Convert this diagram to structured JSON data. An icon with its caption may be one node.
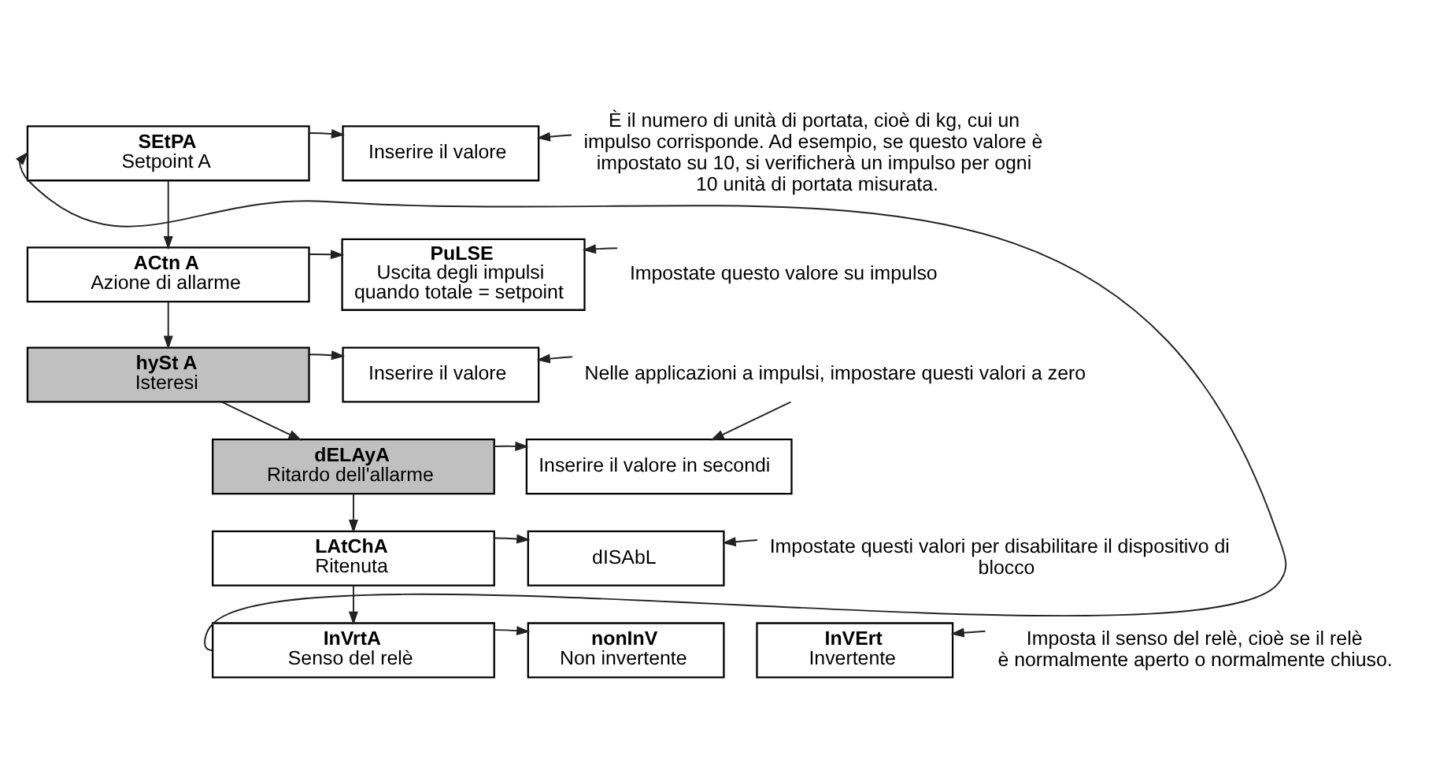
{
  "diagram": {
    "nodes": [
      {
        "text": [
          "SEtPA",
          "Setpoint A"
        ]
      },
      {
        "text": [
          "Inserire il valore"
        ]
      },
      {
        "text": [
          "È il numero di unità di portata, cioè di kg, cui un impulso corrisponde. Ad esempio, se questo valore è impostato su 10, si verificherà un impulso per ogni 10 unità di portata misurata."
        ]
      },
      {
        "text": [
          "ACtn A",
          "Azione di allarme"
        ]
      },
      {
        "text": [
          "PuLSE",
          "Uscita degli impulsi quando totale = setpoint"
        ]
      },
      {
        "text": [
          "Impostate questo valore su impulso"
        ]
      },
      {
        "text": [
          "hySt A",
          "Isteresi"
        ]
      },
      {
        "text": [
          "Inserire il valore"
        ]
      },
      {
        "text": [
          "Nelle applicazioni a impulsi, impostare questi valori a zero"
        ]
      },
      {
        "text": [
          "dELAyA",
          "Ritardo dell'allarme"
        ]
      },
      {
        "text": [
          "Inserire il valore in secondi"
        ]
      },
      {
        "text": [
          "LAtChA",
          "Ritenuta"
        ]
      },
      {
        "text": [
          "dISAbL"
        ]
      },
      {
        "text": [
          "Impostate questi valori per disabilitare il dispositivo di blocco"
        ]
      },
      {
        "text": [
          "InVrtA",
          "Senso del relè"
        ]
      },
      {
        "text": [
          "nonInV",
          "Non invertente"
        ]
      },
      {
        "text": [
          "InVErt",
          "Invertente"
        ]
      },
      {
        "text": [
          "Imposta il senso del relè, cioè se il relè è normalmente aperto o normalmente chiuso."
        ]
      }
    ],
    "edges": [
      {
        "from": 0,
        "to": 1,
        "arrow": "to"
      },
      {
        "from": 2,
        "to": 1,
        "arrow": "to"
      },
      {
        "from": 0,
        "to": 3,
        "arrow": "to"
      },
      {
        "from": 3,
        "to": 4,
        "arrow": "to"
      },
      {
        "from": 5,
        "to": 4,
        "arrow": "to"
      },
      {
        "from": 3,
        "to": 6,
        "arrow": "to"
      },
      {
        "from": 6,
        "to": 7,
        "arrow": "to"
      },
      {
        "from": 8,
        "to": 7,
        "arrow": "to"
      },
      {
        "from": 8,
        "to": 10,
        "arrow": "to"
      },
      {
        "from": 6,
        "to": 9,
        "arrow": "to"
      },
      {
        "from": 9,
        "to": 10,
        "arrow": "to"
      },
      {
        "from": 9,
        "to": 11,
        "arrow": "to"
      },
      {
        "from": 11,
        "to": 12,
        "arrow": "to"
      },
      {
        "from": 13,
        "to": 12,
        "arrow": "to"
      },
      {
        "from": 11,
        "to": 14,
        "arrow": "to"
      },
      {
        "from": 14,
        "to": 15,
        "arrow": "to"
      },
      {
        "from": 17,
        "to": 16,
        "arrow": "to"
      },
      {
        "from": 14,
        "to": 0,
        "arrow": "to"
      }
    ]
  }
}
